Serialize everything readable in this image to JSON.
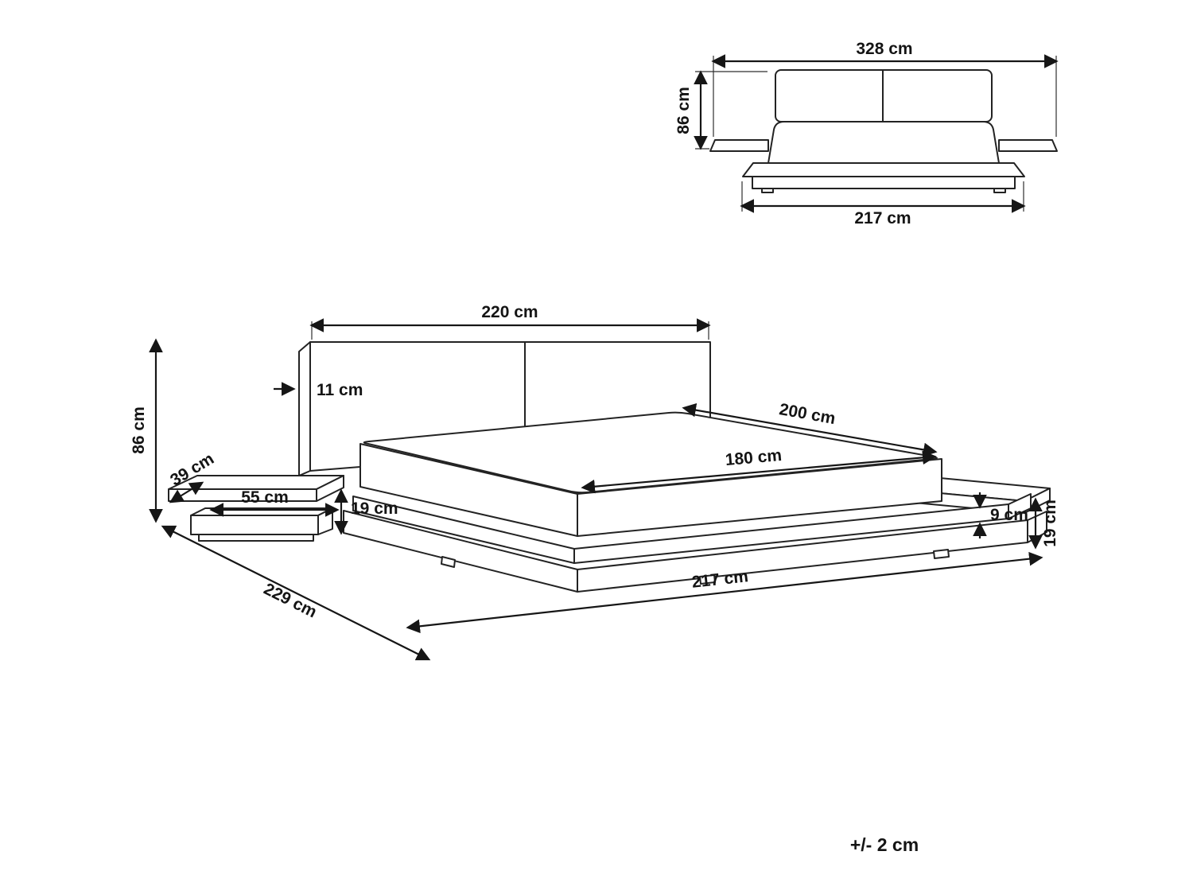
{
  "page": {
    "tolerance_note": "+/- 2 cm"
  },
  "front_view": {
    "overall_width": "328 cm",
    "height": "86 cm",
    "base_width": "217 cm"
  },
  "perspective_view": {
    "headboard_width": "220 cm",
    "headboard_thickness": "11 cm",
    "height": "86 cm",
    "mattress_length": "200 cm",
    "mattress_width": "180 cm",
    "nightstand_depth": "39 cm",
    "nightstand_width": "55 cm",
    "nightstand_height": "19 cm",
    "platform_step_height": "9 cm",
    "platform_height": "19 cm",
    "base_length": "217 cm",
    "base_depth": "229 cm"
  }
}
